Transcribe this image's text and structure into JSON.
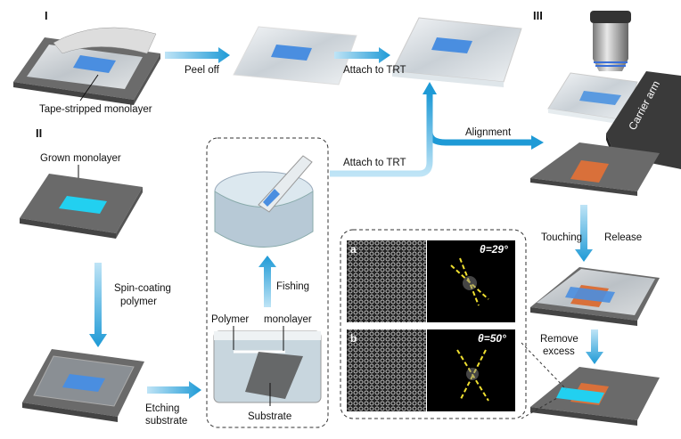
{
  "sections": {
    "one": "I",
    "two": "II",
    "three": "III"
  },
  "labels": {
    "tape_stripped": "Tape-stripped monolayer",
    "peel_off": "Peel off",
    "attach_trt_1": "Attach to TRT",
    "attach_trt_2": "Attach to TRT",
    "alignment": "Alignment",
    "carrier_arm": "Carrier arm",
    "grown_monolayer": "Grown monolayer",
    "spin_coating_1": "Spin-coating",
    "spin_coating_2": "polymer",
    "etching_1": "Etching",
    "etching_2": "substrate",
    "fishing": "Fishing",
    "polymer": "Polymer",
    "monolayer": "monolayer",
    "substrate": "Substrate",
    "touching": "Touching",
    "release": "Release",
    "remove_1": "Remove",
    "remove_2": "excess"
  },
  "tem": {
    "panel_a": "a",
    "theta_a": "θ=29°",
    "panel_b": "b",
    "theta_b": "θ=50°"
  },
  "colors": {
    "arrow": "#1e9ad6",
    "cyan": "#22d0f0",
    "blue_flake": "#4a8ee0",
    "orange": "#d9703a",
    "plate": "#6a6a6a"
  }
}
